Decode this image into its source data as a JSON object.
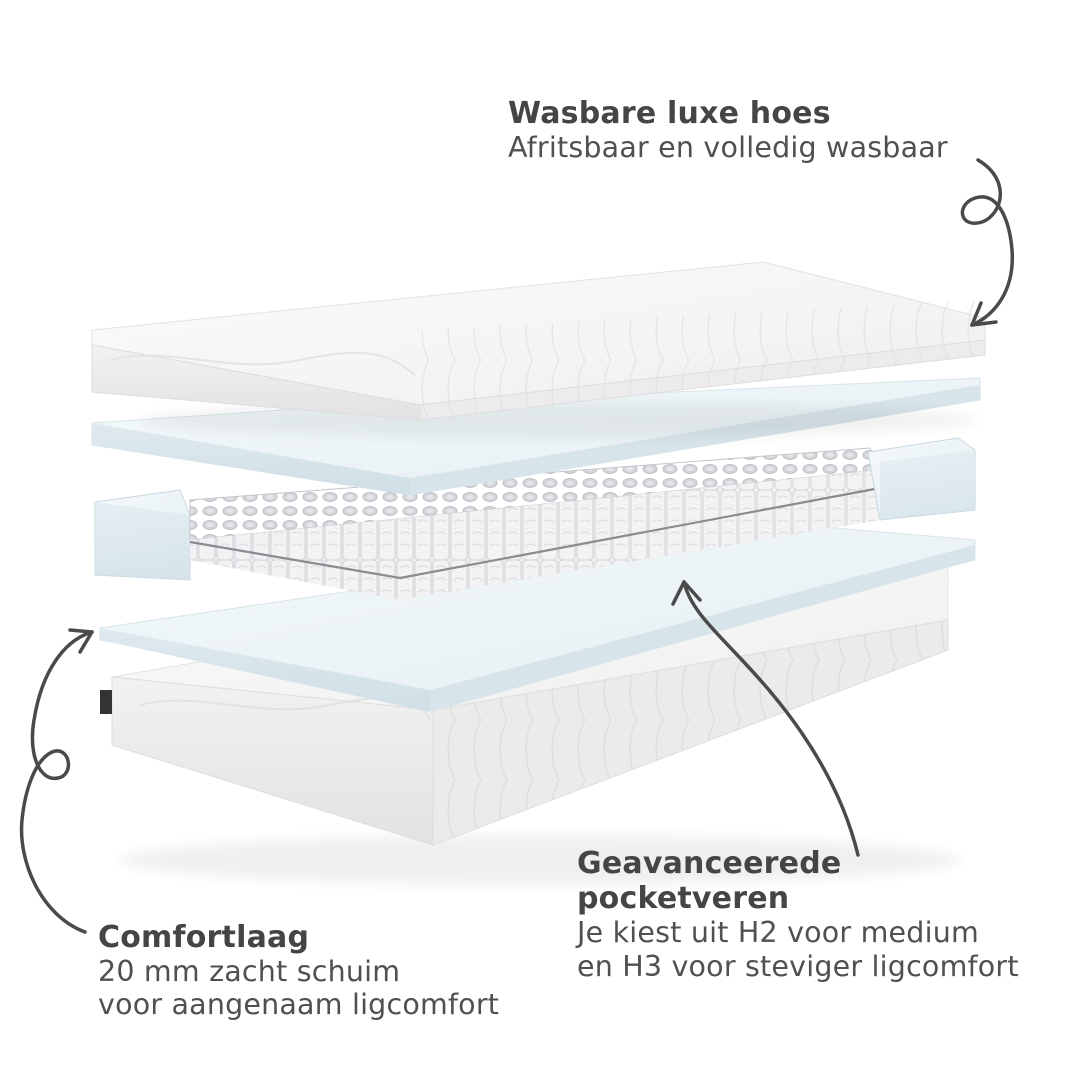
{
  "callouts": {
    "cover": {
      "title": "Wasbare luxe hoes",
      "lines": [
        "Afritsbaar en volledig wasbaar"
      ]
    },
    "springs": {
      "title_lines": [
        "Geavanceerede",
        "pocketveren"
      ],
      "lines": [
        "Je kiest uit H2 voor medium",
        "en H3 voor steviger ligcomfort"
      ]
    },
    "comfort": {
      "title": "Comfortlaag",
      "lines": [
        "20 mm zacht schuim",
        "voor aangenaam ligcomfort"
      ]
    }
  },
  "colors": {
    "text": "#454545",
    "arrow": "#4a4a4a",
    "fabric": "#f4f4f4",
    "foam": "#eaf2f5",
    "spring_core": "#e9e9ec"
  },
  "illustration": {
    "name": "exploded-mattress-layers",
    "layers": [
      "top-cover-layer",
      "top-comfort-foam-layer",
      "pocket-spring-core-layer",
      "bottom-comfort-foam-layer",
      "bottom-cover-layer"
    ]
  }
}
